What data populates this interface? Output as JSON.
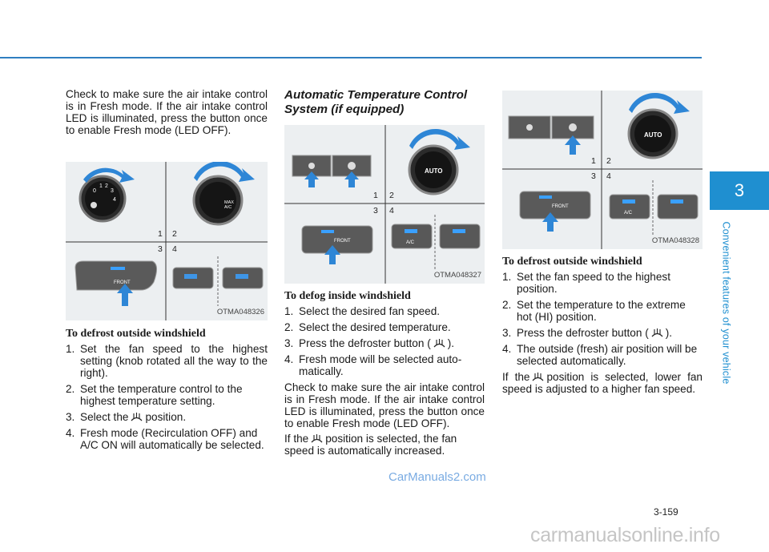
{
  "chapter": {
    "number": "3",
    "title": "Convenient features of your vehicle",
    "color": "#1f8fd0"
  },
  "left_col": {
    "intro": "Check to make sure the air intake control is in Fresh mode.  If the air intake control LED is illuminated, press the button once to enable Fresh mode (LED OFF).",
    "figure": {
      "code": "OTMA048326",
      "panels": [
        "1",
        "2",
        "3",
        "4"
      ],
      "knob_marks": [
        "0",
        "1",
        "2",
        "3",
        "4"
      ],
      "knob_max": "MAX",
      "knob_ac": "A/C",
      "button_label": "FRONT"
    },
    "heading": "To defrost outside windshield",
    "steps": [
      {
        "num": "1.",
        "text": "Set the fan speed to the highest setting (knob rotated all the way to the right)."
      },
      {
        "num": "2.",
        "text": "Set the temperature control to the highest temperature setting."
      },
      {
        "num": "3.",
        "pre": "Select the",
        "post": "position."
      },
      {
        "num": "4.",
        "text": "Fresh mode (Recirculation OFF) and A/C ON will automatically be selected."
      }
    ]
  },
  "middle_col": {
    "title_line1": "Automatic Temperature Control",
    "title_line2": "System (if equipped)",
    "figure": {
      "code": "OTMA048327",
      "panels": [
        "1",
        "2",
        "3",
        "4"
      ],
      "knob_label": "AUTO",
      "button_front": "FRONT",
      "button_ac": "A/C"
    },
    "heading": "To defog inside windshield",
    "steps": [
      {
        "num": "1.",
        "text": "Select the desired fan speed."
      },
      {
        "num": "2.",
        "text": "Select the desired temperature."
      },
      {
        "num": "3.",
        "pre": "Press the defroster button (",
        "post": ")."
      },
      {
        "num": "4.",
        "text": "Fresh mode will be selected auto- matically."
      }
    ],
    "para1": "Check to make sure the air intake control is in Fresh mode. If the air intake control LED is illuminated, press the button once to enable Fresh mode (LED OFF).",
    "para2_pre": "If the",
    "para2_post": "position is selected, the fan speed is automatically increased."
  },
  "right_col": {
    "figure": {
      "code": "OTMA048328",
      "panels": [
        "1",
        "2",
        "3",
        "4"
      ],
      "knob_label": "AUTO",
      "button_front": "FRONT",
      "button_ac": "A/C"
    },
    "heading": "To defrost outside windshield",
    "steps": [
      {
        "num": "1.",
        "text": "Set the fan speed to the highest position."
      },
      {
        "num": "2.",
        "text": "Set the temperature to the extreme hot (HI) position."
      },
      {
        "num": "3.",
        "pre": "Press the defroster button (",
        "post": ")."
      },
      {
        "num": "4.",
        "text": "The outside (fresh) air position will be selected automatically."
      }
    ],
    "para_pre": "If the",
    "para_post": "position is selected, lower fan speed is adjusted to a higher fan speed."
  },
  "page_number": "3-159",
  "watermark": "CarManuals2.com",
  "footer_site": "carmanualsonline.info"
}
